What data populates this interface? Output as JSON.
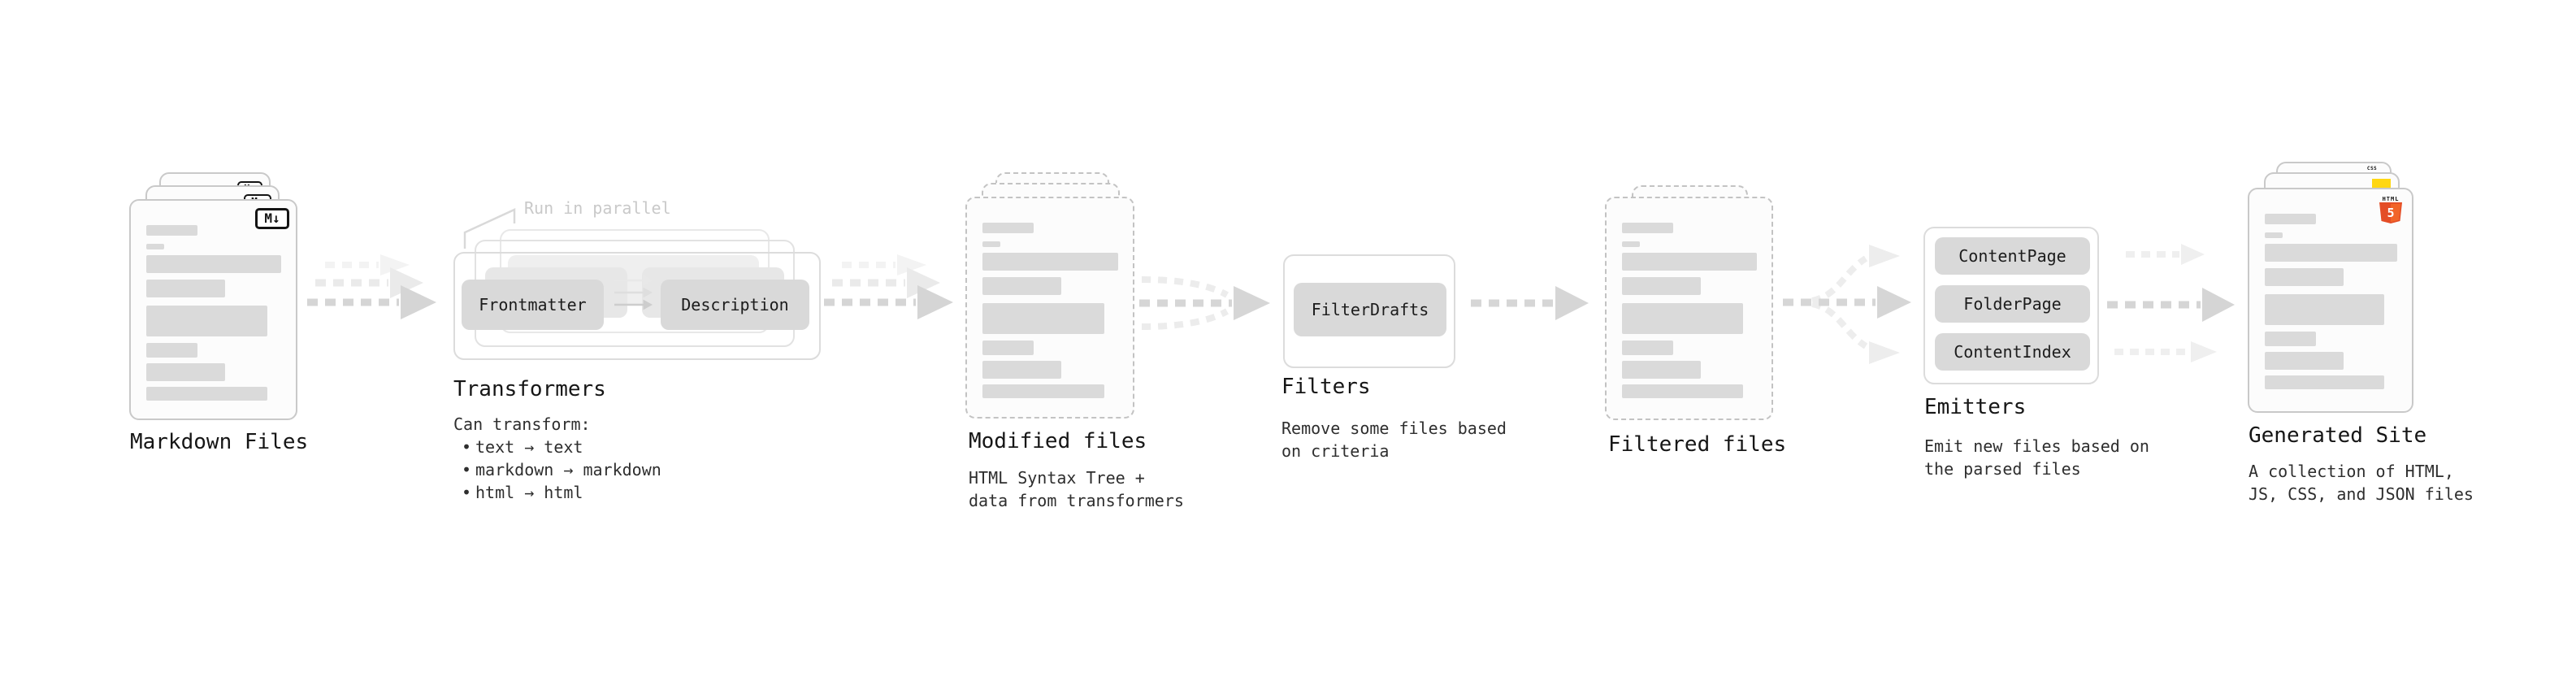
{
  "nodes": {
    "markdown_files": {
      "title": "Markdown Files",
      "badge": "M↓"
    },
    "transformers": {
      "title": "Transformers",
      "callout": "Run in parallel",
      "box_left": "Frontmatter",
      "box_right": "Description",
      "desc_heading": "Can transform:",
      "bullet_char": "•",
      "bullets": [
        "text → text",
        "markdown → markdown",
        "html → html"
      ]
    },
    "modified_files": {
      "title": "Modified files",
      "desc_line1": "HTML Syntax Tree +",
      "desc_line2": "data from transformers"
    },
    "filters": {
      "title": "Filters",
      "box": "FilterDrafts",
      "desc_line1": "Remove some files based",
      "desc_line2": "on criteria"
    },
    "filtered_files": {
      "title": "Filtered files"
    },
    "emitters": {
      "title": "Emitters",
      "boxes": [
        "ContentPage",
        "FolderPage",
        "ContentIndex"
      ],
      "desc_line1": "Emit new files based on",
      "desc_line2": "the parsed files"
    },
    "generated_site": {
      "title": "Generated Site",
      "desc_line1": "A collection of HTML,",
      "desc_line2": "JS, CSS, and JSON files",
      "badge_css": "CSS",
      "badge_html": "HTML",
      "badge_html_number": "5"
    }
  },
  "colors": {
    "html5_orange": "#e44d26",
    "js_yellow": "#ffd712",
    "css_blue": "#2b66e6"
  }
}
